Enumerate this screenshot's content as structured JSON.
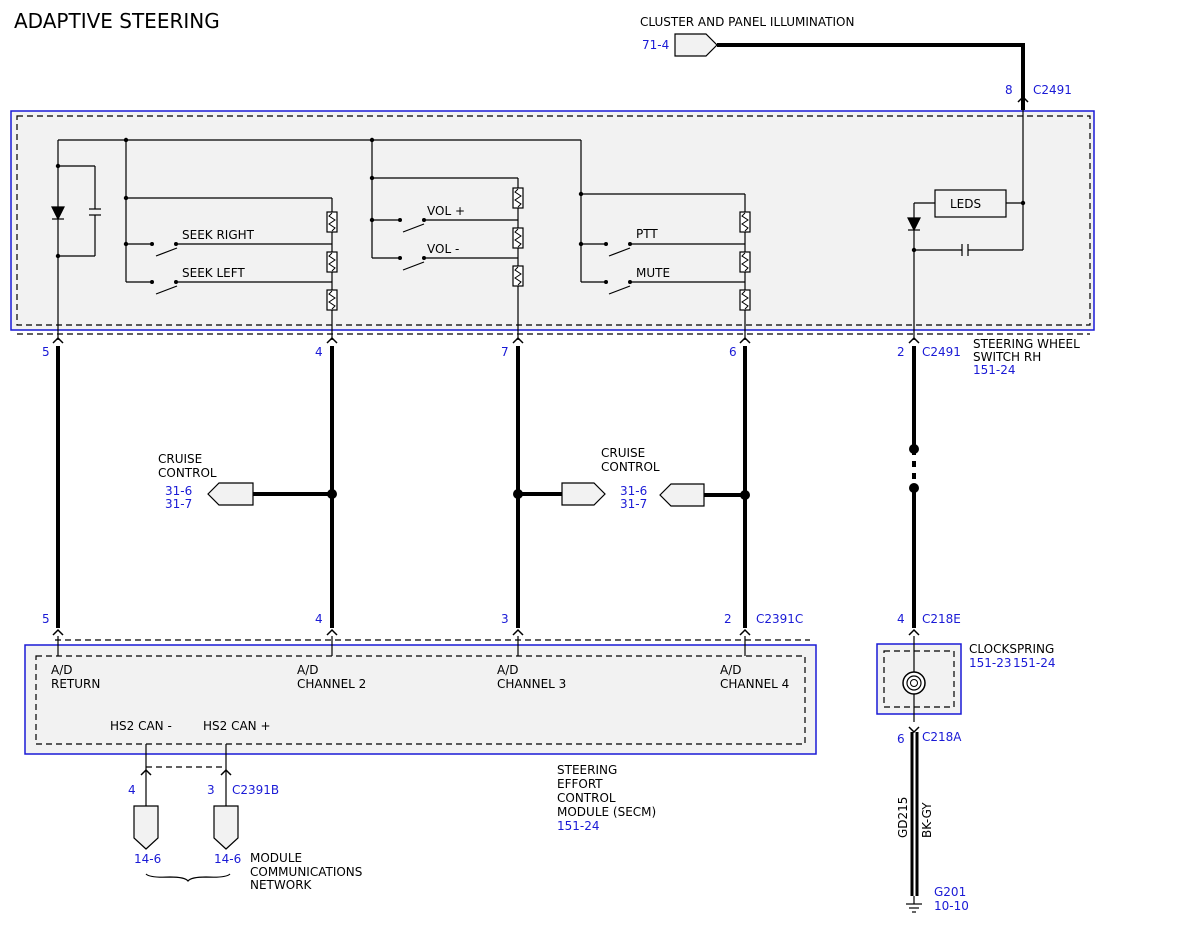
{
  "title": "ADAPTIVE STEERING",
  "illumination": {
    "label": "CLUSTER AND PANEL ILLUMINATION",
    "ref": "71-4"
  },
  "top_connector": {
    "pin": "8",
    "id": "C2491"
  },
  "switch": {
    "labels": {
      "seek_right": "SEEK RIGHT",
      "seek_left": "SEEK LEFT",
      "vol_plus": "VOL +",
      "vol_minus": "VOL -",
      "ptt": "PTT",
      "mute": "MUTE",
      "leds": "LEDS"
    },
    "name_line1": "STEERING WHEEL",
    "name_line2": "SWITCH RH",
    "ref": "151-24",
    "pins": [
      "5",
      "4",
      "7",
      "6",
      "2"
    ],
    "connector": "C2491"
  },
  "cruise_left": {
    "line1": "CRUISE",
    "line2": "CONTROL",
    "ref1": "31-6",
    "ref2": "31-7"
  },
  "cruise_right": {
    "line1": "CRUISE",
    "line2": "CONTROL",
    "ref1": "31-6",
    "ref2": "31-7"
  },
  "secm": {
    "pins": [
      "5",
      "4",
      "3",
      "2"
    ],
    "connector": "C2391C",
    "ch": [
      {
        "a": "A/D",
        "b": "RETURN"
      },
      {
        "a": "A/D",
        "b": "CHANNEL 2"
      },
      {
        "a": "A/D",
        "b": "CHANNEL 3"
      },
      {
        "a": "A/D",
        "b": "CHANNEL 4"
      }
    ],
    "can_minus": "HS2 CAN -",
    "can_plus": "HS2 CAN +",
    "name": [
      "STEERING",
      "EFFORT",
      "CONTROL",
      "MODULE (SECM)"
    ],
    "ref": "151-24"
  },
  "can_connector": {
    "pin_a": "4",
    "pin_b": "3",
    "id": "C2391B",
    "ref_a": "14-6",
    "ref_b": "14-6",
    "net": [
      "MODULE",
      "COMMUNICATIONS",
      "NETWORK"
    ]
  },
  "clockspring": {
    "pin_in": "4",
    "conn_in": "C218E",
    "name": "CLOCKSPRING",
    "ref1": "151-23",
    "ref2": "151-24",
    "pin_out": "6",
    "conn_out": "C218A",
    "circuit": "GD215",
    "color": "BK-GY"
  },
  "ground": {
    "id": "G201",
    "ref": "10-10"
  }
}
